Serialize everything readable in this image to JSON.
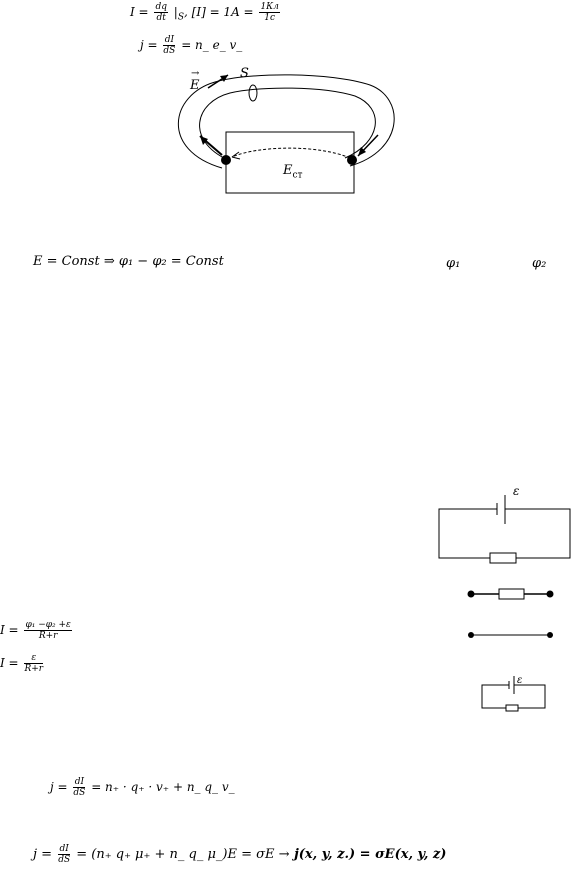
{
  "formulas": {
    "current": {
      "lhs": "I =",
      "num": "dq",
      "den": "dt",
      "rest": "|",
      "s": "S",
      "unit": ", [I] = 1A =",
      "unum": "1Кл",
      "uden": "1c"
    },
    "density": {
      "lhs": "j =",
      "num": "dI",
      "den": "dS",
      "rest": "= n_ e_ v_"
    },
    "field": {
      "text": "E = Const  ⇒ φ₁ − φ₂ = Const"
    },
    "phi1": "φ₁",
    "phi2": "φ₂",
    "ohm_full": {
      "lhs": "I =",
      "num": "φ₁ −φ₂ +ε",
      "den": "R+r"
    },
    "ohm_closed": {
      "lhs": "I =",
      "num": "ε",
      "den": "R+r"
    },
    "density_two": {
      "lhs": "j =",
      "num": "dI",
      "den": "dS",
      "rest": "= n₊ · q₊ · v₊ + n_ q_ v_"
    },
    "density_sigma": {
      "lhs": "j =",
      "num": "dI",
      "den": "dS",
      "rest": "= (n₊ q₊ μ₊ + n_ q_ μ_)E = σE  →",
      "bold": " j(x, y, z.) = σE(x, y, z)"
    }
  },
  "diagram_labels": {
    "E_vec": "E",
    "S": "S",
    "E_st": "E",
    "E_st_sub": "ст",
    "emf": "ε",
    "emf_small": "ε"
  }
}
